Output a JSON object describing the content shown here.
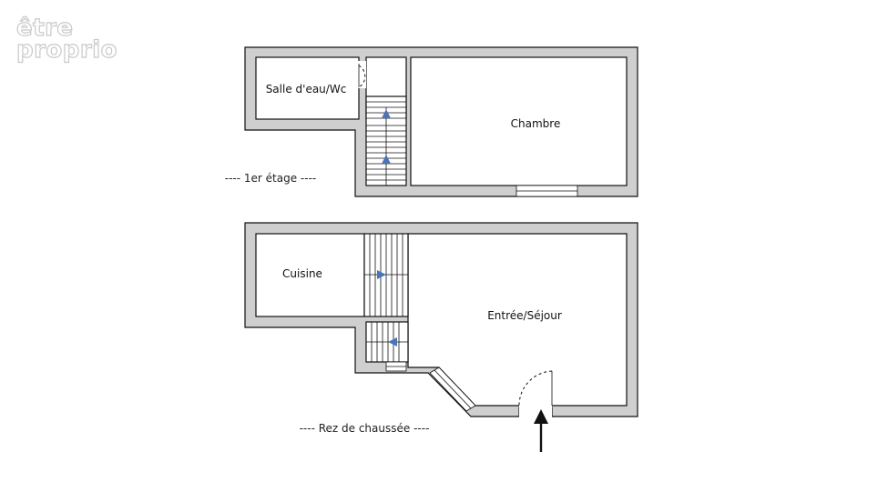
{
  "logo": {
    "line1": "être",
    "line2": "proprio"
  },
  "floors": {
    "upper": {
      "label": "----  1er étage  ----",
      "rooms": {
        "bathroom": "Salle d'eau/Wc",
        "bedroom": "Chambre"
      }
    },
    "ground": {
      "label": "----  Rez de chaussée  ----",
      "rooms": {
        "kitchen": "Cuisine",
        "living": "Entrée/Séjour"
      }
    }
  },
  "colors": {
    "wall_fill": "#cfcfcf",
    "stair_arrow": "#4a74b8",
    "entrance_arrow": "#111111"
  },
  "icons": {
    "entrance": "entrance-arrow-icon",
    "stairs_direction": "stair-direction-arrow-icon"
  }
}
